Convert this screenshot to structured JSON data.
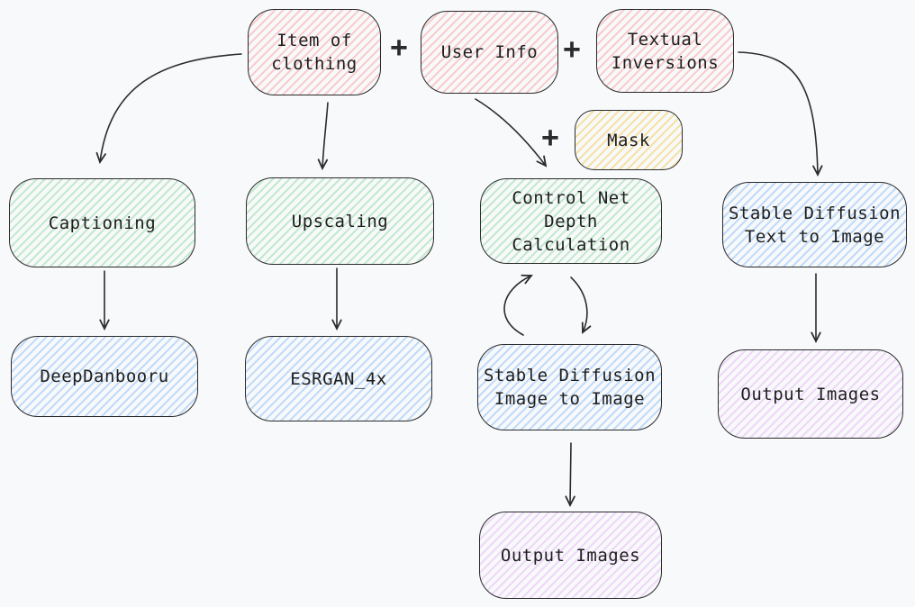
{
  "canvas": {
    "background": "#f8f9fb",
    "stroke": "#1e1e1e"
  },
  "operators": {
    "plus": "+"
  },
  "nodes": [
    {
      "id": "item-of-clothing",
      "label": "Item of\nclothing",
      "fill": "#ffc9c9"
    },
    {
      "id": "user-info",
      "label": "User Info",
      "fill": "#ffc9c9"
    },
    {
      "id": "textual-inversions",
      "label": "Textual\nInversions",
      "fill": "#ffc9c9"
    },
    {
      "id": "mask",
      "label": "Mask",
      "fill": "#ffec99"
    },
    {
      "id": "captioning",
      "label": "Captioning",
      "fill": "#b2f2bb"
    },
    {
      "id": "upscaling",
      "label": "Upscaling",
      "fill": "#b2f2bb"
    },
    {
      "id": "controlnet-depth",
      "label": "Control Net\nDepth\nCalculation",
      "fill": "#b2f2bb"
    },
    {
      "id": "sd-text-to-image",
      "label": "Stable Diffusion\nText to Image",
      "fill": "#a5d8ff"
    },
    {
      "id": "deepdanbooru",
      "label": "DeepDanbooru",
      "fill": "#a5d8ff"
    },
    {
      "id": "esrgan-4x",
      "label": "ESRGAN_4x",
      "fill": "#a5d8ff"
    },
    {
      "id": "sd-image-to-image",
      "label": "Stable Diffusion\nImage to Image",
      "fill": "#a5d8ff"
    },
    {
      "id": "output-images-right",
      "label": "Output Images",
      "fill": "#eebefa"
    },
    {
      "id": "output-images-bottom",
      "label": "Output Images",
      "fill": "#eebefa"
    }
  ],
  "edges": [
    {
      "from": "item-of-clothing",
      "to": "captioning"
    },
    {
      "from": "item-of-clothing",
      "to": "upscaling"
    },
    {
      "from": "user-info",
      "to": "controlnet-depth"
    },
    {
      "from": "textual-inversions",
      "to": "sd-text-to-image"
    },
    {
      "from": "captioning",
      "to": "deepdanbooru"
    },
    {
      "from": "upscaling",
      "to": "esrgan-4x"
    },
    {
      "from": "controlnet-depth",
      "to": "sd-image-to-image"
    },
    {
      "from": "sd-image-to-image",
      "to": "controlnet-depth"
    },
    {
      "from": "sd-text-to-image",
      "to": "output-images-right"
    },
    {
      "from": "sd-image-to-image",
      "to": "output-images-bottom"
    }
  ]
}
